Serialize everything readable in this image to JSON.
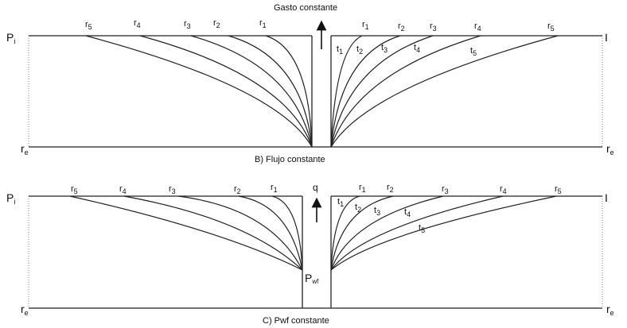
{
  "top_label": "Gasto constante",
  "panel_b_caption": "B) Flujo constante",
  "panel_c_caption": "C) Pwf constante",
  "q_label": "q",
  "pi": {
    "main": "P",
    "sub": "i"
  },
  "re": {
    "main": "r",
    "sub": "e"
  },
  "pwf": {
    "main": "P",
    "sub": "wf"
  },
  "radius_labels": [
    {
      "main": "r",
      "sub": "5"
    },
    {
      "main": "r",
      "sub": "4"
    },
    {
      "main": "r",
      "sub": "3"
    },
    {
      "main": "r",
      "sub": "2"
    },
    {
      "main": "r",
      "sub": "1"
    }
  ],
  "time_labels": [
    {
      "main": "t",
      "sub": "1"
    },
    {
      "main": "t",
      "sub": "2"
    },
    {
      "main": "t",
      "sub": "3"
    },
    {
      "main": "t",
      "sub": "4"
    },
    {
      "main": "t",
      "sub": "5"
    }
  ]
}
